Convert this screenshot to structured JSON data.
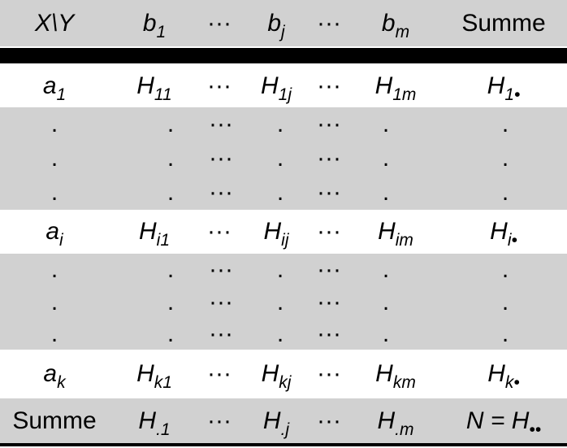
{
  "rows": [
    {
      "kind": "header",
      "cells": [
        {
          "t": "X\\Y",
          "it": true
        },
        {
          "t": "b",
          "sub": "1",
          "it": true
        },
        {
          "t": "···"
        },
        {
          "t": "b",
          "sub": "j",
          "it": true
        },
        {
          "t": "···"
        },
        {
          "t": "b",
          "sub": "m",
          "it": true
        },
        {
          "t": "Summe"
        }
      ]
    },
    {
      "kind": "data",
      "cells": [
        {
          "t": "a",
          "sub": "1",
          "it": true
        },
        {
          "t": "H",
          "sub": "11",
          "it": true
        },
        {
          "t": "···"
        },
        {
          "t": "H",
          "sub": "1j",
          "it": true
        },
        {
          "t": "···"
        },
        {
          "t": "H",
          "sub": "1m",
          "it": true
        },
        {
          "t": "H",
          "sub": "1•",
          "it": true
        }
      ]
    },
    {
      "kind": "dots",
      "cells": [
        {
          "t": "."
        },
        {
          "t": "."
        },
        {
          "t": "···"
        },
        {
          "t": "."
        },
        {
          "t": "···"
        },
        {
          "t": "."
        },
        {
          "t": "."
        }
      ]
    },
    {
      "kind": "dots",
      "cells": [
        {
          "t": "."
        },
        {
          "t": "."
        },
        {
          "t": "···"
        },
        {
          "t": "."
        },
        {
          "t": "···"
        },
        {
          "t": "."
        },
        {
          "t": "."
        }
      ]
    },
    {
      "kind": "dots",
      "cells": [
        {
          "t": "."
        },
        {
          "t": "."
        },
        {
          "t": "···"
        },
        {
          "t": "."
        },
        {
          "t": "···"
        },
        {
          "t": "."
        },
        {
          "t": "."
        }
      ]
    },
    {
      "kind": "data",
      "cells": [
        {
          "t": "a",
          "sub": "i",
          "it": true
        },
        {
          "t": "H",
          "sub": "i1",
          "it": true
        },
        {
          "t": "···"
        },
        {
          "t": "H",
          "sub": "ij",
          "it": true
        },
        {
          "t": "···"
        },
        {
          "t": "H",
          "sub": "im",
          "it": true
        },
        {
          "t": "H",
          "sub": "i•",
          "it": true
        }
      ]
    },
    {
      "kind": "dots",
      "cells": [
        {
          "t": "."
        },
        {
          "t": "."
        },
        {
          "t": "···"
        },
        {
          "t": "."
        },
        {
          "t": "···"
        },
        {
          "t": "."
        },
        {
          "t": "."
        }
      ]
    },
    {
      "kind": "dots",
      "cells": [
        {
          "t": "."
        },
        {
          "t": "."
        },
        {
          "t": "···"
        },
        {
          "t": "."
        },
        {
          "t": "···"
        },
        {
          "t": "."
        },
        {
          "t": "."
        }
      ]
    },
    {
      "kind": "dots",
      "cells": [
        {
          "t": "."
        },
        {
          "t": "."
        },
        {
          "t": "···"
        },
        {
          "t": "."
        },
        {
          "t": "···"
        },
        {
          "t": "."
        },
        {
          "t": "."
        }
      ]
    },
    {
      "kind": "data",
      "cells": [
        {
          "t": "a",
          "sub": "k",
          "it": true
        },
        {
          "t": "H",
          "sub": "k1",
          "it": true
        },
        {
          "t": "···"
        },
        {
          "t": "H",
          "sub": "kj",
          "it": true
        },
        {
          "t": "···"
        },
        {
          "t": "H",
          "sub": "km",
          "it": true
        },
        {
          "t": "H",
          "sub": "k•",
          "it": true
        }
      ]
    },
    {
      "kind": "sum",
      "cells": [
        {
          "t": "Summe"
        },
        {
          "t": "H",
          "sub": ".1",
          "it": true
        },
        {
          "t": "···"
        },
        {
          "t": "H",
          "sub": ".j",
          "it": true
        },
        {
          "t": "···"
        },
        {
          "t": "H",
          "sub": ".m",
          "it": true
        },
        {
          "t": "N = H",
          "sub": "••",
          "it": true
        }
      ]
    }
  ]
}
